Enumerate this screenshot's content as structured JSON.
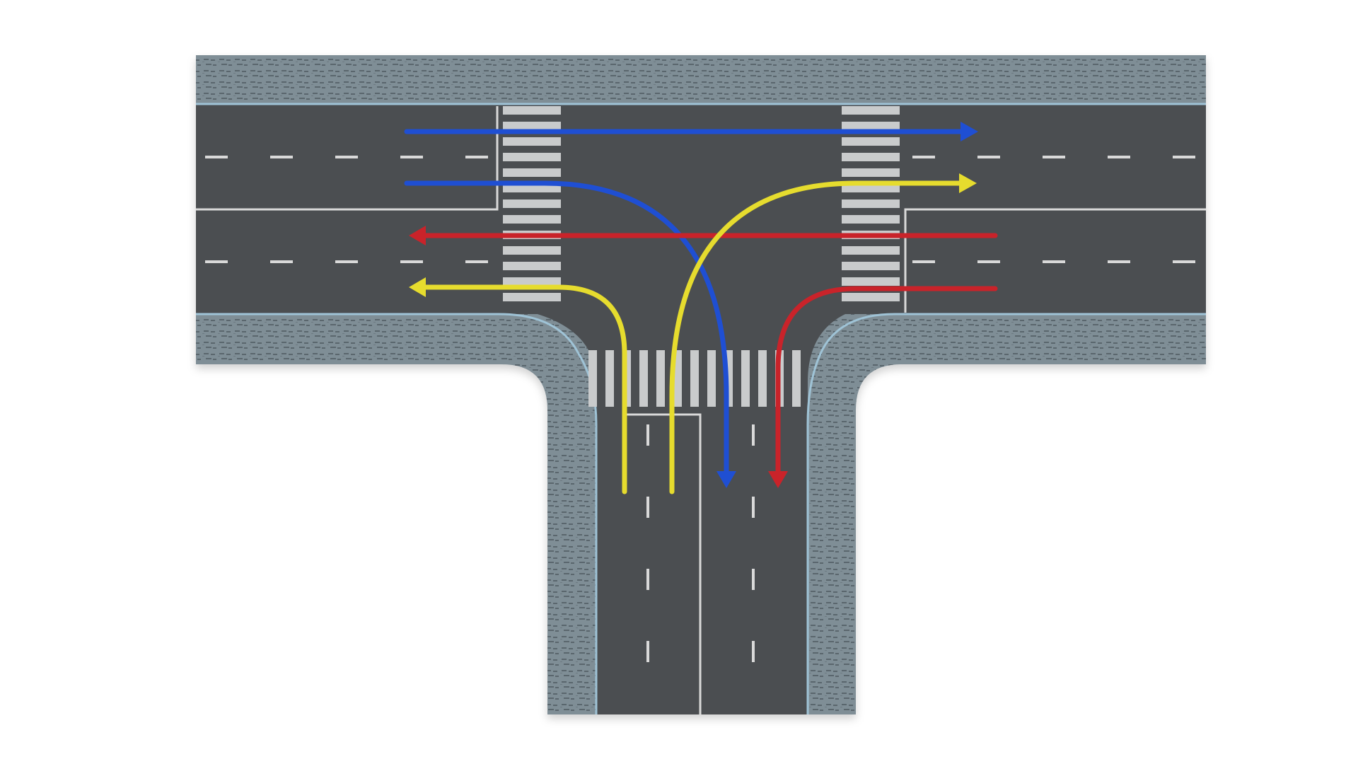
{
  "colors": {
    "background": "#ffffff",
    "asphalt": "#4b4e51",
    "sidewalk": "#7f8e96",
    "curb": "#9fc3d6",
    "lane_marking": "#d9d9d9",
    "crosswalk": "#c9cbcc",
    "arrow_blue": "#1f4fd3",
    "arrow_yellow": "#e6dc2e",
    "arrow_red": "#c9232a"
  },
  "diagram": {
    "intersection_type": "T-junction",
    "roads": [
      "main-road-horizontal",
      "side-road-south"
    ],
    "crosswalks": [
      "crosswalk-west",
      "crosswalk-east",
      "crosswalk-south"
    ]
  },
  "arrows": [
    {
      "id": "blue-straight-eastbound",
      "color": "blue",
      "movement": "straight",
      "direction": "eastbound"
    },
    {
      "id": "blue-right-turn-to-south",
      "color": "blue",
      "movement": "right-turn",
      "direction": "eastbound-to-southbound"
    },
    {
      "id": "red-straight-westbound",
      "color": "red",
      "movement": "straight",
      "direction": "westbound"
    },
    {
      "id": "red-left-turn-to-south",
      "color": "red",
      "movement": "left-turn",
      "direction": "westbound-to-southbound"
    },
    {
      "id": "yellow-left-turn-to-west",
      "color": "yellow",
      "movement": "left-turn",
      "direction": "northbound-to-westbound"
    },
    {
      "id": "yellow-right-turn-to-east",
      "color": "yellow",
      "movement": "right-turn",
      "direction": "northbound-to-eastbound"
    }
  ]
}
